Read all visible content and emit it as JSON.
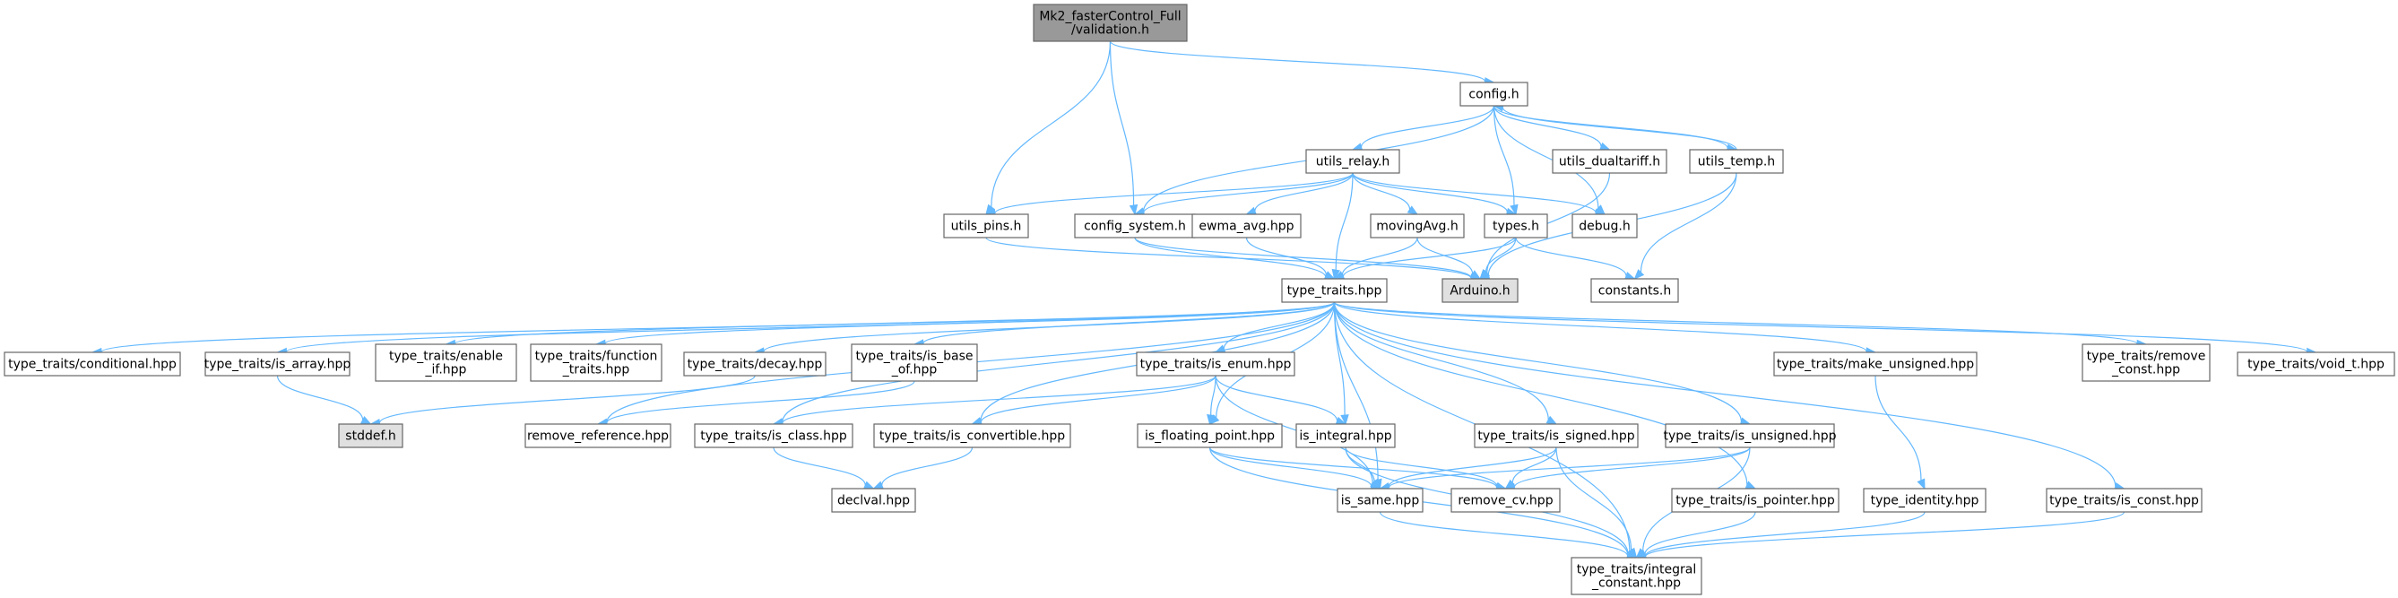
{
  "colors": {
    "root_fill": "#999999",
    "node_fill": "#ffffff",
    "external_fill": "#e0e0e0",
    "border": "#666666",
    "edge": "#63b8ff"
  },
  "nodes": [
    {
      "id": "validation",
      "lines": [
        "Mk2_fasterControl_Full",
        "/validation.h"
      ],
      "kind": "root"
    },
    {
      "id": "config",
      "lines": [
        "config.h"
      ]
    },
    {
      "id": "utils_relay",
      "lines": [
        "utils_relay.h"
      ]
    },
    {
      "id": "utils_dualtariff",
      "lines": [
        "utils_dualtariff.h"
      ]
    },
    {
      "id": "utils_temp",
      "lines": [
        "utils_temp.h"
      ]
    },
    {
      "id": "utils_pins",
      "lines": [
        "utils_pins.h"
      ]
    },
    {
      "id": "config_system",
      "lines": [
        "config_system.h"
      ]
    },
    {
      "id": "ewma_avg",
      "lines": [
        "ewma_avg.hpp"
      ]
    },
    {
      "id": "movingAvg",
      "lines": [
        "movingAvg.h"
      ]
    },
    {
      "id": "types",
      "lines": [
        "types.h"
      ]
    },
    {
      "id": "debug",
      "lines": [
        "debug.h"
      ]
    },
    {
      "id": "arduino",
      "lines": [
        "Arduino.h"
      ],
      "kind": "external"
    },
    {
      "id": "constants",
      "lines": [
        "constants.h"
      ]
    },
    {
      "id": "type_traits",
      "lines": [
        "type_traits.hpp"
      ]
    },
    {
      "id": "conditional",
      "lines": [
        "type_traits/conditional.hpp"
      ]
    },
    {
      "id": "is_array",
      "lines": [
        "type_traits/is_array.hpp"
      ]
    },
    {
      "id": "enable_if",
      "lines": [
        "type_traits/enable",
        "_if.hpp"
      ]
    },
    {
      "id": "function_traits",
      "lines": [
        "type_traits/function",
        "_traits.hpp"
      ]
    },
    {
      "id": "decay",
      "lines": [
        "type_traits/decay.hpp"
      ]
    },
    {
      "id": "is_base_of",
      "lines": [
        "type_traits/is_base",
        "_of.hpp"
      ]
    },
    {
      "id": "is_enum",
      "lines": [
        "type_traits/is_enum.hpp"
      ]
    },
    {
      "id": "make_unsigned",
      "lines": [
        "type_traits/make_unsigned.hpp"
      ]
    },
    {
      "id": "remove_const",
      "lines": [
        "type_traits/remove",
        "_const.hpp"
      ]
    },
    {
      "id": "void_t",
      "lines": [
        "type_traits/void_t.hpp"
      ]
    },
    {
      "id": "stddef",
      "lines": [
        "stddef.h"
      ],
      "kind": "external"
    },
    {
      "id": "remove_reference",
      "lines": [
        "remove_reference.hpp"
      ]
    },
    {
      "id": "is_class",
      "lines": [
        "type_traits/is_class.hpp"
      ]
    },
    {
      "id": "is_convertible",
      "lines": [
        "type_traits/is_convertible.hpp"
      ]
    },
    {
      "id": "is_floating_point",
      "lines": [
        "is_floating_point.hpp"
      ]
    },
    {
      "id": "is_integral",
      "lines": [
        "is_integral.hpp"
      ]
    },
    {
      "id": "is_signed",
      "lines": [
        "type_traits/is_signed.hpp"
      ]
    },
    {
      "id": "is_unsigned",
      "lines": [
        "type_traits/is_unsigned.hpp"
      ]
    },
    {
      "id": "declval",
      "lines": [
        "declval.hpp"
      ]
    },
    {
      "id": "is_same",
      "lines": [
        "is_same.hpp"
      ]
    },
    {
      "id": "remove_cv",
      "lines": [
        "remove_cv.hpp"
      ]
    },
    {
      "id": "is_pointer",
      "lines": [
        "type_traits/is_pointer.hpp"
      ]
    },
    {
      "id": "type_identity",
      "lines": [
        "type_identity.hpp"
      ]
    },
    {
      "id": "is_const",
      "lines": [
        "type_traits/is_const.hpp"
      ]
    },
    {
      "id": "integral_constant",
      "lines": [
        "type_traits/integral",
        "_constant.hpp"
      ]
    }
  ],
  "edges": [
    [
      "validation",
      "config"
    ],
    [
      "validation",
      "utils_pins"
    ],
    [
      "validation",
      "config_system"
    ],
    [
      "config",
      "utils_relay"
    ],
    [
      "config",
      "utils_dualtariff"
    ],
    [
      "config",
      "utils_temp"
    ],
    [
      "config",
      "config_system"
    ],
    [
      "config",
      "types"
    ],
    [
      "config",
      "debug"
    ],
    [
      "utils_temp",
      "config"
    ],
    [
      "utils_temp",
      "arduino"
    ],
    [
      "utils_temp",
      "constants"
    ],
    [
      "utils_dualtariff",
      "arduino"
    ],
    [
      "utils_relay",
      "utils_pins"
    ],
    [
      "utils_relay",
      "config_system"
    ],
    [
      "utils_relay",
      "ewma_avg"
    ],
    [
      "utils_relay",
      "movingAvg"
    ],
    [
      "utils_relay",
      "types"
    ],
    [
      "utils_relay",
      "debug"
    ],
    [
      "utils_relay",
      "type_traits"
    ],
    [
      "utils_pins",
      "arduino"
    ],
    [
      "config_system",
      "type_traits"
    ],
    [
      "config_system",
      "arduino"
    ],
    [
      "ewma_avg",
      "type_traits"
    ],
    [
      "movingAvg",
      "type_traits"
    ],
    [
      "movingAvg",
      "arduino"
    ],
    [
      "types",
      "type_traits"
    ],
    [
      "types",
      "arduino"
    ],
    [
      "types",
      "constants"
    ],
    [
      "type_traits",
      "conditional"
    ],
    [
      "type_traits",
      "is_array"
    ],
    [
      "type_traits",
      "enable_if"
    ],
    [
      "type_traits",
      "function_traits"
    ],
    [
      "type_traits",
      "decay"
    ],
    [
      "type_traits",
      "is_base_of"
    ],
    [
      "type_traits",
      "is_enum"
    ],
    [
      "type_traits",
      "make_unsigned"
    ],
    [
      "type_traits",
      "remove_const"
    ],
    [
      "type_traits",
      "void_t"
    ],
    [
      "type_traits",
      "remove_reference"
    ],
    [
      "type_traits",
      "is_class"
    ],
    [
      "type_traits",
      "is_convertible"
    ],
    [
      "type_traits",
      "is_floating_point"
    ],
    [
      "type_traits",
      "is_integral"
    ],
    [
      "type_traits",
      "is_signed"
    ],
    [
      "type_traits",
      "is_unsigned"
    ],
    [
      "type_traits",
      "is_same"
    ],
    [
      "type_traits",
      "is_pointer"
    ],
    [
      "type_traits",
      "is_const"
    ],
    [
      "type_traits",
      "integral_constant"
    ],
    [
      "is_array",
      "stddef"
    ],
    [
      "decay",
      "stddef"
    ],
    [
      "is_base_of",
      "remove_reference"
    ],
    [
      "is_enum",
      "is_class"
    ],
    [
      "is_enum",
      "is_convertible"
    ],
    [
      "is_enum",
      "is_floating_point"
    ],
    [
      "is_enum",
      "is_integral"
    ],
    [
      "is_enum",
      "is_same"
    ],
    [
      "make_unsigned",
      "type_identity"
    ],
    [
      "is_class",
      "declval"
    ],
    [
      "is_convertible",
      "declval"
    ],
    [
      "is_floating_point",
      "is_same"
    ],
    [
      "is_floating_point",
      "remove_cv"
    ],
    [
      "is_floating_point",
      "integral_constant"
    ],
    [
      "is_integral",
      "is_same"
    ],
    [
      "is_integral",
      "remove_cv"
    ],
    [
      "is_integral",
      "integral_constant"
    ],
    [
      "is_signed",
      "is_same"
    ],
    [
      "is_signed",
      "remove_cv"
    ],
    [
      "is_signed",
      "integral_constant"
    ],
    [
      "is_unsigned",
      "is_same"
    ],
    [
      "is_unsigned",
      "remove_cv"
    ],
    [
      "is_unsigned",
      "integral_constant"
    ],
    [
      "is_same",
      "integral_constant"
    ],
    [
      "is_pointer",
      "integral_constant"
    ],
    [
      "type_identity",
      "integral_constant"
    ],
    [
      "is_const",
      "integral_constant"
    ]
  ]
}
